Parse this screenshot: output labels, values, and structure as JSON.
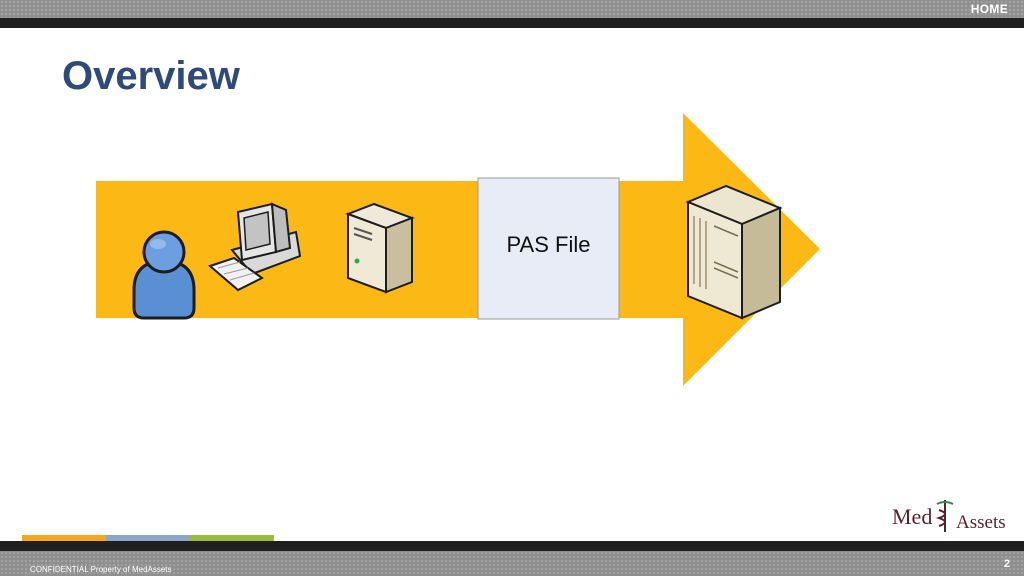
{
  "header": {
    "home_label": "HOME"
  },
  "slide": {
    "title": "Overview"
  },
  "diagram": {
    "box_label": "PAS File",
    "icons": [
      "user-icon",
      "desktop-computer-icon",
      "server-icon",
      "server-rack-icon"
    ]
  },
  "footer": {
    "confidential": "CONFIDENTIAL Property of MedAssets",
    "page_number": "2",
    "logo_left": "Med",
    "logo_right": "Assets"
  },
  "colors": {
    "arrow": "#fcb814",
    "title": "#2e4a7a",
    "box_fill": "#e8ecf7",
    "person": "#5b8fd3",
    "strip_orange": "#f5a81c",
    "strip_blue": "#8aa7c8",
    "strip_green": "#9bbb3d"
  }
}
